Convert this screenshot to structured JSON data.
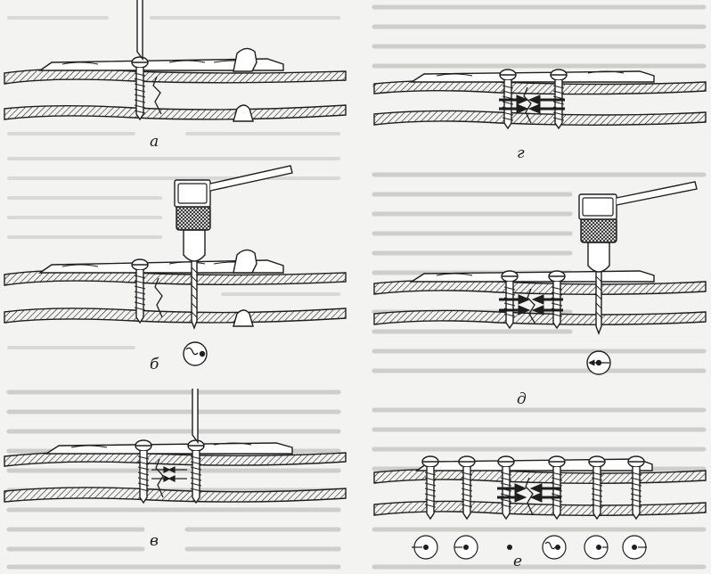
{
  "figure": {
    "panel_labels": {
      "a": "а",
      "b": "б",
      "v": "в",
      "g": "г",
      "d": "д",
      "e": "е"
    },
    "ink_color": "#1e1e1e",
    "background_color": "#f3f3f1",
    "page_text_color": "#b9b9b6"
  }
}
